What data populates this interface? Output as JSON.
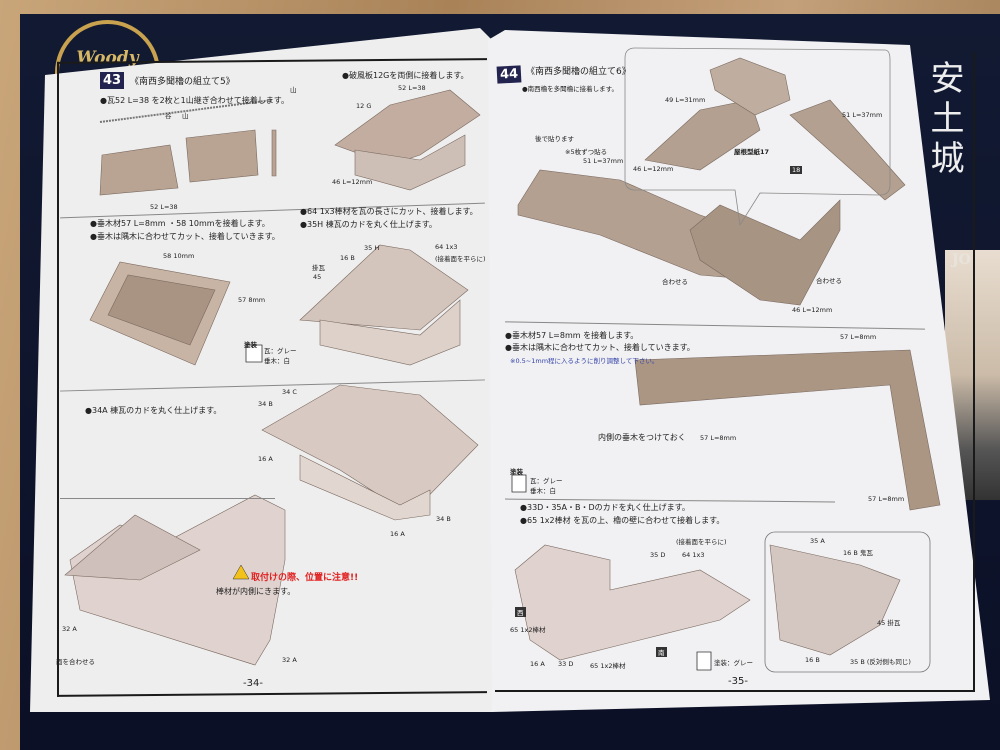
{
  "box": {
    "logo": "Woody",
    "side_title": "JO",
    "side_kanji": "安土城"
  },
  "left_page": {
    "step": "43",
    "title": "《南西多聞櫓の組立て5》",
    "texts": [
      "●瓦52 L=38 を2枚と1山継ぎ合わせて接着します。",
      "谷",
      "山",
      "山",
      "52 L=38",
      "●破風板12Gを両側に接着します。",
      "52 L=38",
      "12 G",
      "46 L=12mm",
      "●64 1x3棒材を瓦の長さにカット、接着します。",
      "●35H 棟瓦のカドを丸く仕上げます。",
      "●垂木材57 L=8mm ・58 10mmを接着します。",
      "●垂木は隅木に合わせてカット、接着していきます。",
      "58 10mm",
      "57 8mm",
      "塗装",
      "瓦：グレー",
      "垂木：白",
      "掛瓦",
      "45",
      "16 B",
      "35 H",
      "64 1x3",
      "(接着面を平らに)",
      "●34A 棟瓦のカドを丸く仕上げます。",
      "34 C",
      "34 B",
      "16 A",
      "34 B",
      "16 A",
      "取付けの際、位置に注意!!",
      "棒材が内側にきます。",
      "32 A",
      "32 A",
      "面を合わせる"
    ],
    "page_number": "-34-"
  },
  "right_page": {
    "step": "44",
    "title": "《南西多聞櫓の組立て6》",
    "texts": [
      "●南西櫓を多聞櫓に接着します。",
      "49 L=31mm",
      "51 L=37mm",
      "屋根型紙17",
      "18",
      "46 L=12mm",
      "後で貼ります",
      "※5枚ずつ貼る",
      "51 L=37mm",
      "合わせる",
      "合わせる",
      "46 L=12mm",
      "●垂木材57 L=8mm を接着します。",
      "●垂木は隅木に合わせてカット、接着していきます。",
      "※0.5~1mm程に入るように削り調整して下さい。",
      "57 L=8mm",
      "内側の垂木をつけておく",
      "57 L=8mm",
      "57 L=8mm",
      "塗装",
      "瓦：グレー",
      "垂木：白",
      "●33D・35A・B・Dのカドを丸く仕上げます。",
      "●65 1x2棒材 を瓦の上、櫓の壁に合わせて接着します。",
      "(接着面を平らに)",
      "35 D",
      "64 1x3",
      "西",
      "65 1x2棒材",
      "16 A",
      "33 D",
      "65 1x2棒材",
      "南",
      "塗装：グレー",
      "35 A",
      "16 B 鬼瓦",
      "45 掛瓦",
      "16 B",
      "35 B (反対側も同じ)"
    ],
    "page_number": "-35-"
  },
  "colors": {
    "box": "#0b1026",
    "logo_gold": "#c8a24e",
    "badge": "#23234f",
    "part": "#b9a393",
    "warning": "#e02020"
  }
}
